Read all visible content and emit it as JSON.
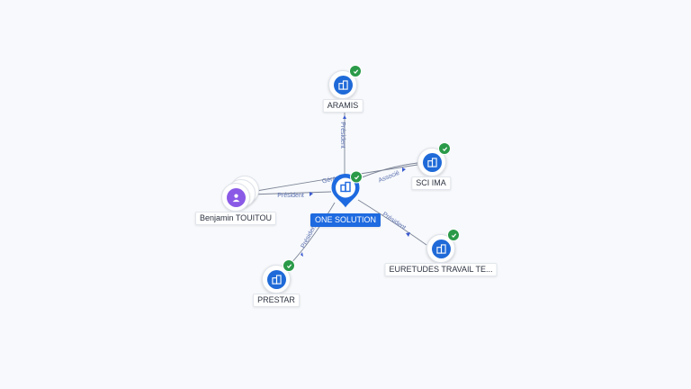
{
  "center": {
    "name": "ONE SOLUTION",
    "icon": "building-icon",
    "verified": true
  },
  "nodes": [
    {
      "id": "aramis",
      "name": "ARAMIS",
      "kind": "company",
      "icon": "building-icon",
      "verified": true
    },
    {
      "id": "sci-ima",
      "name": "SCI IMA",
      "kind": "company",
      "icon": "building-icon",
      "verified": true
    },
    {
      "id": "euretudes",
      "name": "EURETUDES TRAVAIL TE...",
      "kind": "company",
      "icon": "building-icon",
      "verified": true
    },
    {
      "id": "prestar",
      "name": "PRESTAR",
      "kind": "company",
      "icon": "building-icon",
      "verified": true
    },
    {
      "id": "benjamin",
      "name": "Benjamin TOUITOU",
      "kind": "person",
      "icon": "person-icon",
      "verified": false
    }
  ],
  "edges": [
    {
      "id": "e-aramis",
      "label": "Président"
    },
    {
      "id": "e-sci",
      "label": "Associé"
    },
    {
      "id": "e-eur",
      "label": "Président"
    },
    {
      "id": "e-prestar",
      "label": "Président"
    },
    {
      "id": "e-benjamin",
      "label": "Président"
    },
    {
      "id": "e-gerant",
      "label": "Gérant"
    }
  ],
  "colors": {
    "company": "#1f6ad8",
    "person": "#8a5ae6",
    "verified": "#2a9a48",
    "edge": "#7d8597",
    "edge_label": "#5a6fae",
    "center_label_bg": "#1e6ae0"
  }
}
